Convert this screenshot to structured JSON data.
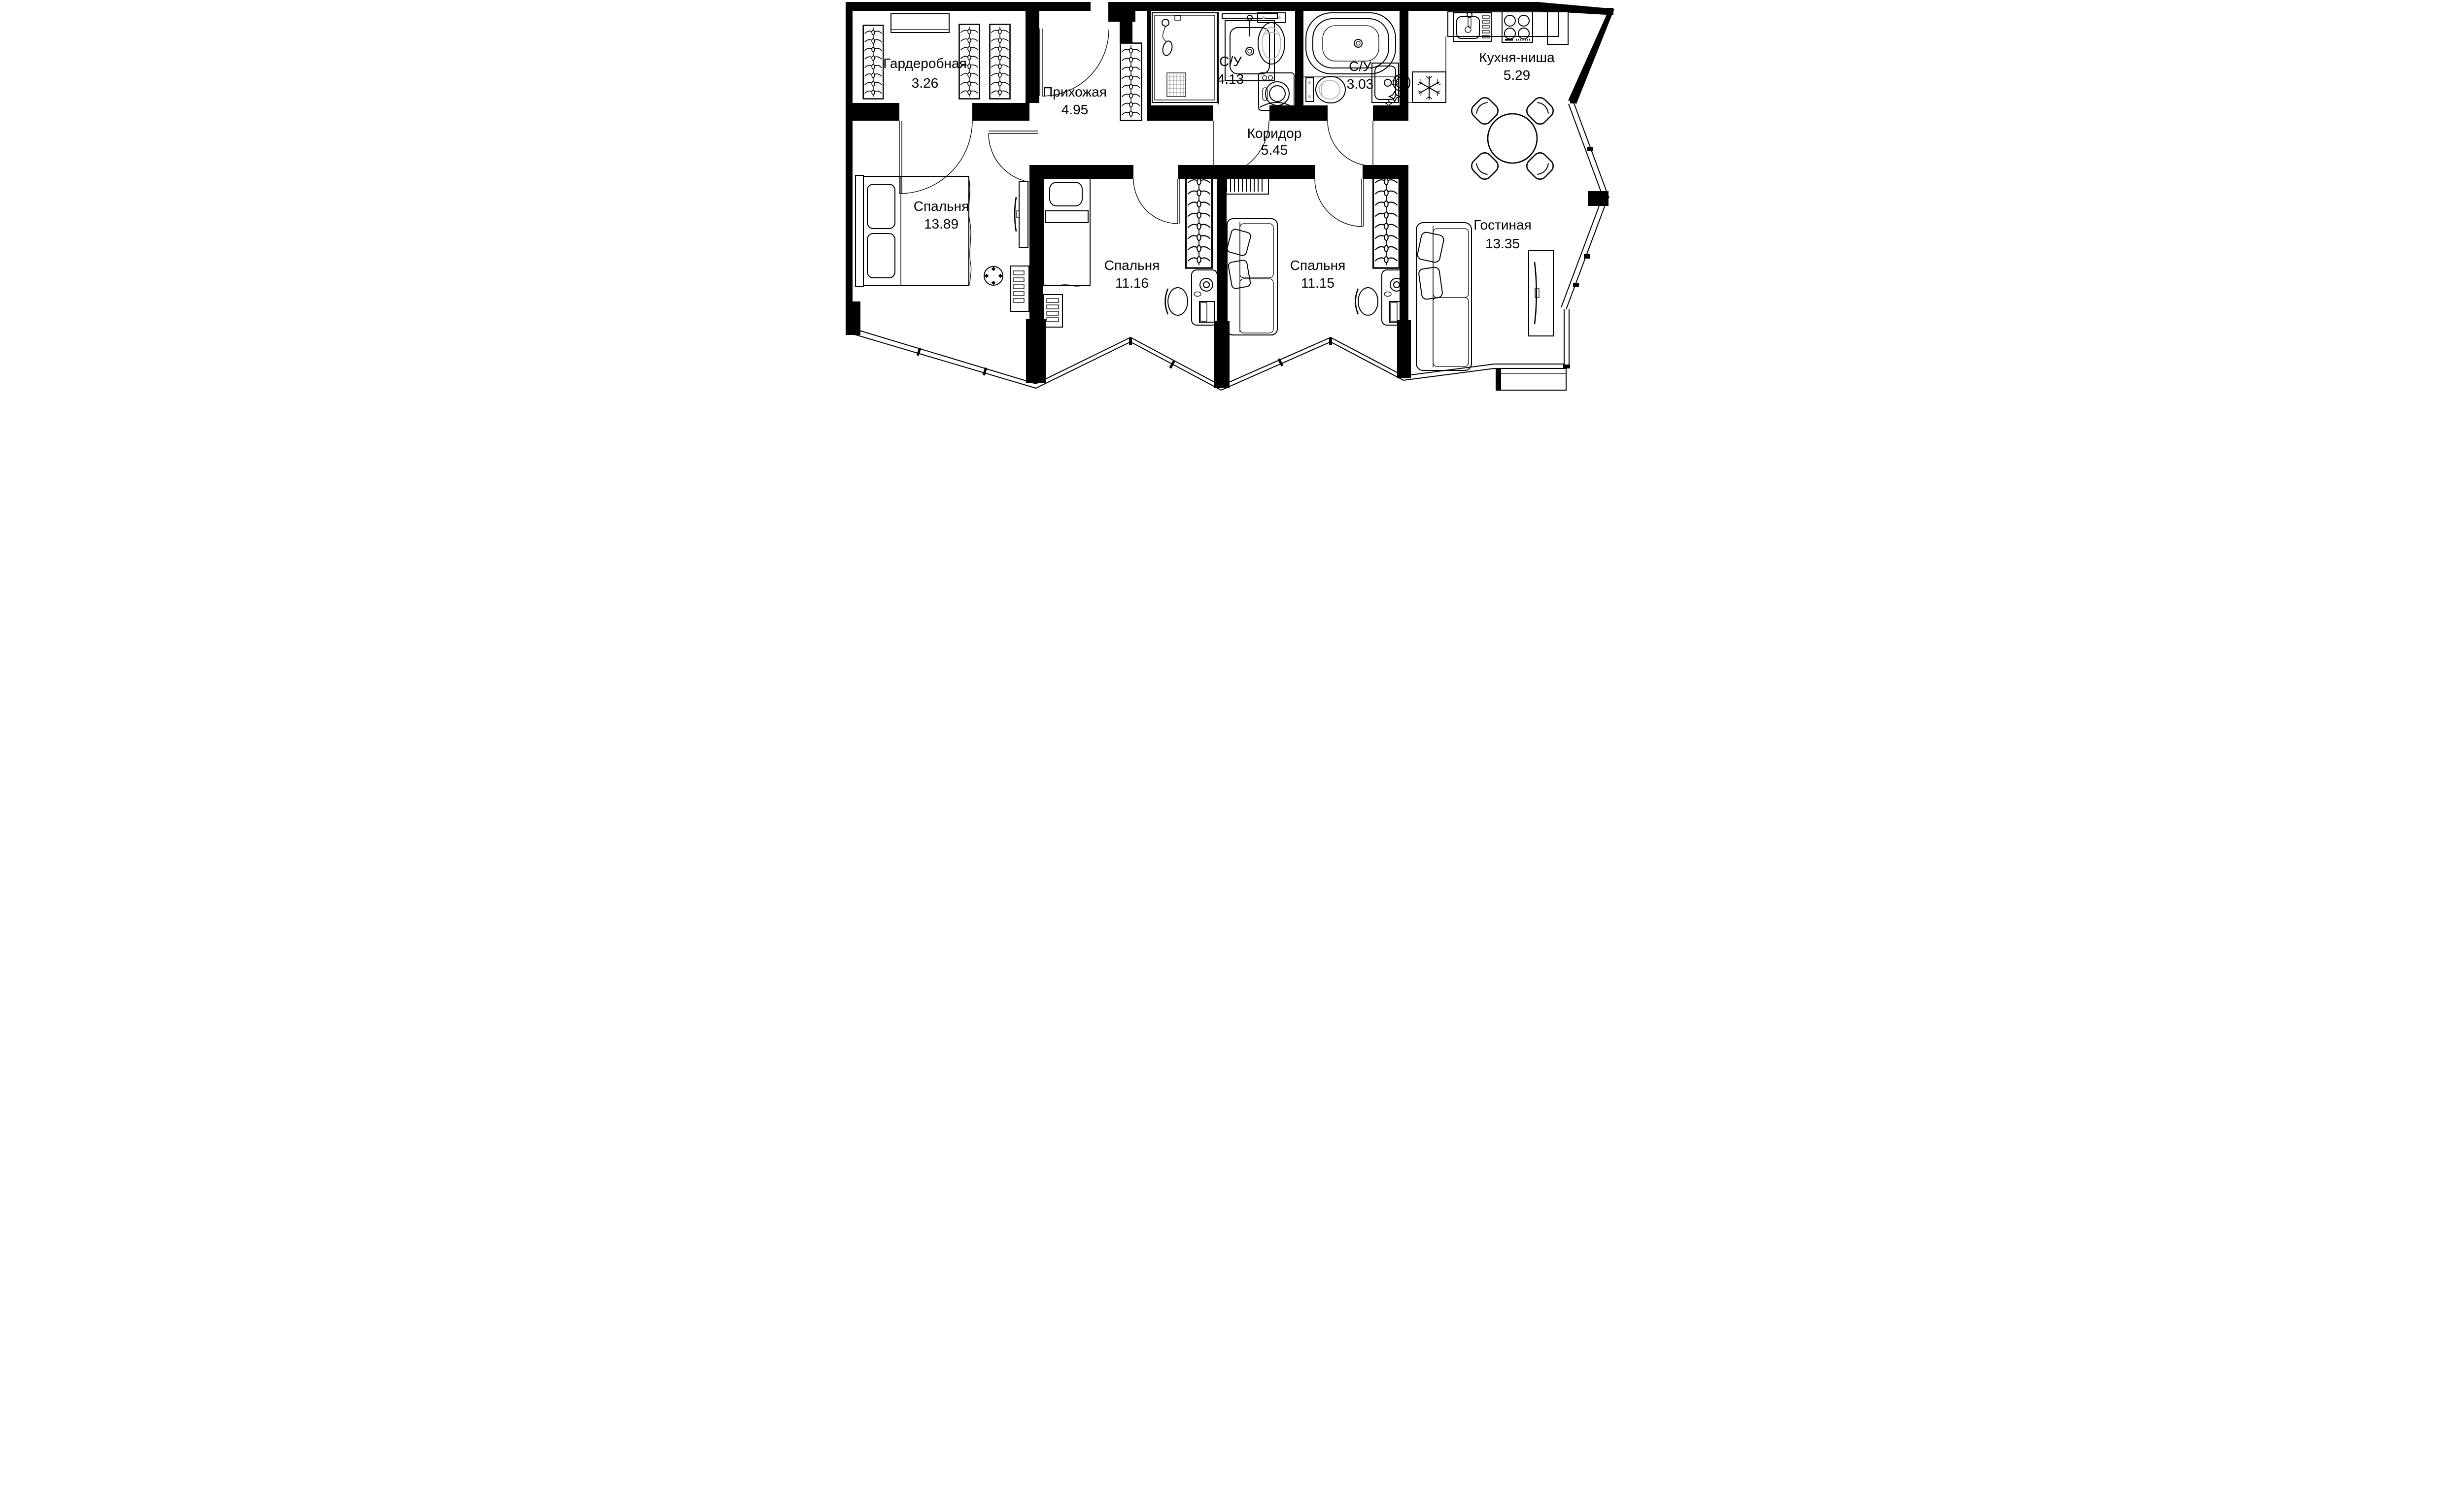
{
  "plan": {
    "background_color": "#ffffff",
    "wall_color": "#000000",
    "sanitary_accent_color": "#b9b9b9",
    "rooms": [
      {
        "id": "wardrobe",
        "name": "Гардеробная",
        "area": "3.26"
      },
      {
        "id": "hallway",
        "name": "Прихожая",
        "area": "4.95"
      },
      {
        "id": "bathroom-shower",
        "name": "С/У",
        "area": "4.13"
      },
      {
        "id": "corridor",
        "name": "Коридор",
        "area": "5.45"
      },
      {
        "id": "bathroom-tub",
        "name": "С/У",
        "area": "3.03"
      },
      {
        "id": "kitchen-niche",
        "name": "Кухня-ниша",
        "area": "5.29"
      },
      {
        "id": "bedroom-1",
        "name": "Спальня",
        "area": "13.89"
      },
      {
        "id": "bedroom-2",
        "name": "Спальня",
        "area": "11.16"
      },
      {
        "id": "bedroom-3",
        "name": "Спальня",
        "area": "11.15"
      },
      {
        "id": "living-room",
        "name": "Гостиная",
        "area": "13.35"
      }
    ]
  }
}
